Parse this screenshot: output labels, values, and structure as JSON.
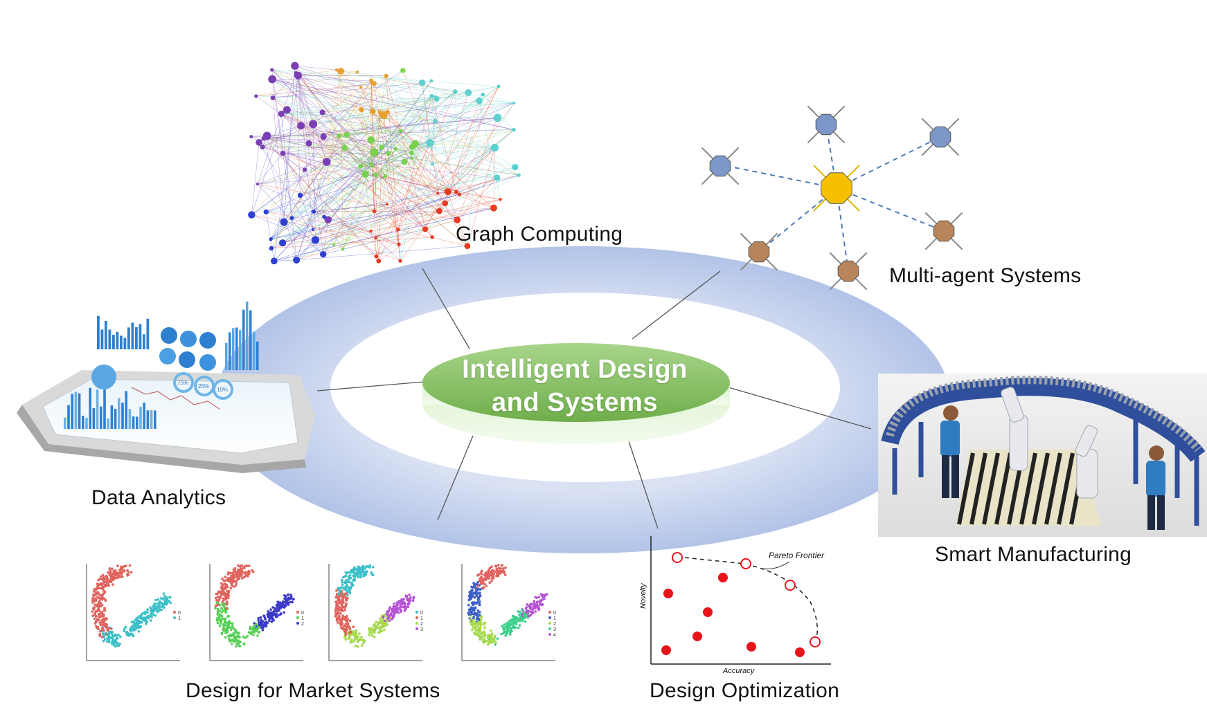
{
  "center": {
    "line1": "Intelligent Design",
    "line2": "and Systems"
  },
  "topics": {
    "graph_computing": "Graph Computing",
    "multi_agent": "Multi-agent Systems",
    "data_analytics": "Data Analytics",
    "smart_manufacturing": "Smart Manufacturing",
    "market_systems": "Design for Market Systems",
    "design_optimization": "Design Optimization"
  },
  "pareto_chart": {
    "xlabel": "Accuracy",
    "ylabel": "Novelty",
    "annotation": "Pareto Frontier"
  },
  "cluster_plots": [
    {
      "legend": [
        "0",
        "1"
      ]
    },
    {
      "legend": [
        "0",
        "1",
        "2"
      ]
    },
    {
      "legend": [
        "0",
        "1",
        "2",
        "3"
      ]
    },
    {
      "legend": [
        "0",
        "1",
        "2",
        "3",
        "4"
      ]
    }
  ],
  "tablet_chart": {
    "percent_labels": [
      "75%",
      "25%",
      "10%"
    ]
  },
  "colors": {
    "ring": "#b7c6e6",
    "hub_green": "#8cc46a",
    "hub_dark": "#5f9a3e",
    "agent_blue": "#7c97c8",
    "agent_brown": "#b8845a",
    "agent_center": "#f6c000",
    "pareto_red": "#e8141b",
    "conveyor_blue": "#2f4f9c"
  }
}
